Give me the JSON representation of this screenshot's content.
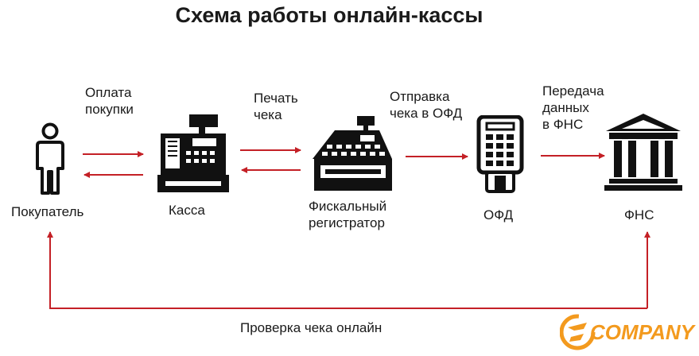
{
  "title": "Схема работы онлайн-кассы",
  "nodes": {
    "buyer": "Покупатель",
    "cashbox": "Касса",
    "fiscal_line1": "Фискальный",
    "fiscal_line2": "регистратор",
    "ofd": "ОФД",
    "fns": "ФНС"
  },
  "steps": {
    "payment_line1": "Оплата",
    "payment_line2": "покупки",
    "print_line1": "Печать",
    "print_line2": "чека",
    "send_line1": "Отправка",
    "send_line2": "чека в ОФД",
    "transfer_line1": "Передача",
    "transfer_line2": "данных",
    "transfer_line3": "в ФНС",
    "verify": "Проверка чека онлайн"
  },
  "brand": "COMPANY",
  "colors": {
    "arrow": "#c42026",
    "icon": "#111111",
    "brand_orange": "#f39a1e"
  }
}
